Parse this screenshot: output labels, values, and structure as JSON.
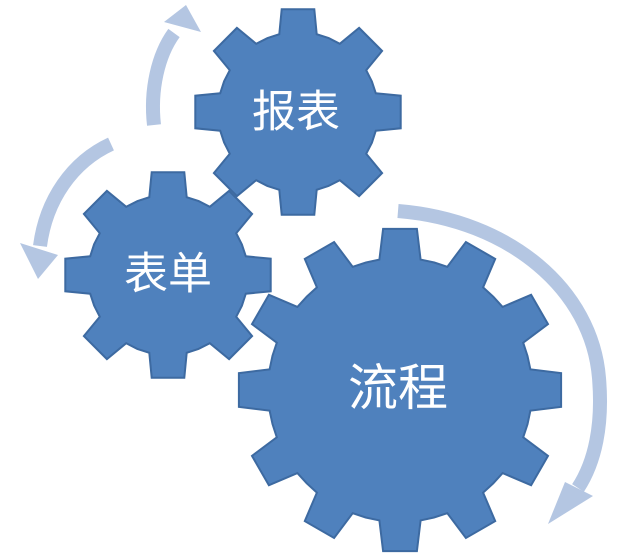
{
  "colors": {
    "gear_fill": "#4f81bd",
    "gear_stroke": "#3d6aa1",
    "arrow": "#b4c6e2",
    "label_text": "#ffffff",
    "background": "#ffffff"
  },
  "gears": {
    "report": {
      "label": "报表",
      "teeth": 8
    },
    "form": {
      "label": "表单",
      "teeth": 8
    },
    "process": {
      "label": "流程",
      "teeth": 12
    }
  },
  "arrows": {
    "top_left": {
      "direction": "up",
      "icon": "curved-arrow-up-icon"
    },
    "left": {
      "direction": "down",
      "icon": "curved-arrow-down-icon"
    },
    "right": {
      "direction": "down",
      "icon": "curved-arrow-down-icon"
    }
  }
}
